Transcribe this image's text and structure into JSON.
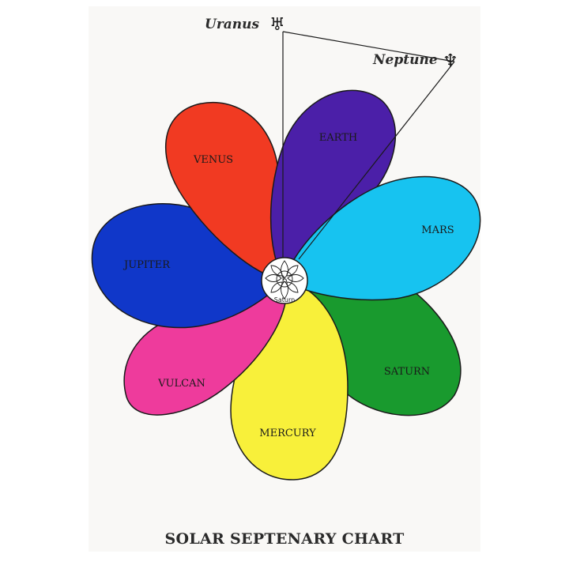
{
  "title": "SOLAR SEPTENARY CHART",
  "outer_planets": [
    {
      "name": "Uranus",
      "glyph": "♅"
    },
    {
      "name": "Neptune",
      "glyph": "♆"
    }
  ],
  "center": {
    "glyph": "♄",
    "label": "Saturn"
  },
  "petals": [
    {
      "label": "EARTH",
      "color": "#4b1fa8"
    },
    {
      "label": "MARS",
      "color": "#17c3f0"
    },
    {
      "label": "SATURN",
      "color": "#199a2e"
    },
    {
      "label": "MERCURY",
      "color": "#f8f03a"
    },
    {
      "label": "VULCAN",
      "color": "#ee3b9c"
    },
    {
      "label": "JUPITER",
      "color": "#1037c9"
    },
    {
      "label": "VENUS",
      "color": "#f13a22"
    }
  ]
}
